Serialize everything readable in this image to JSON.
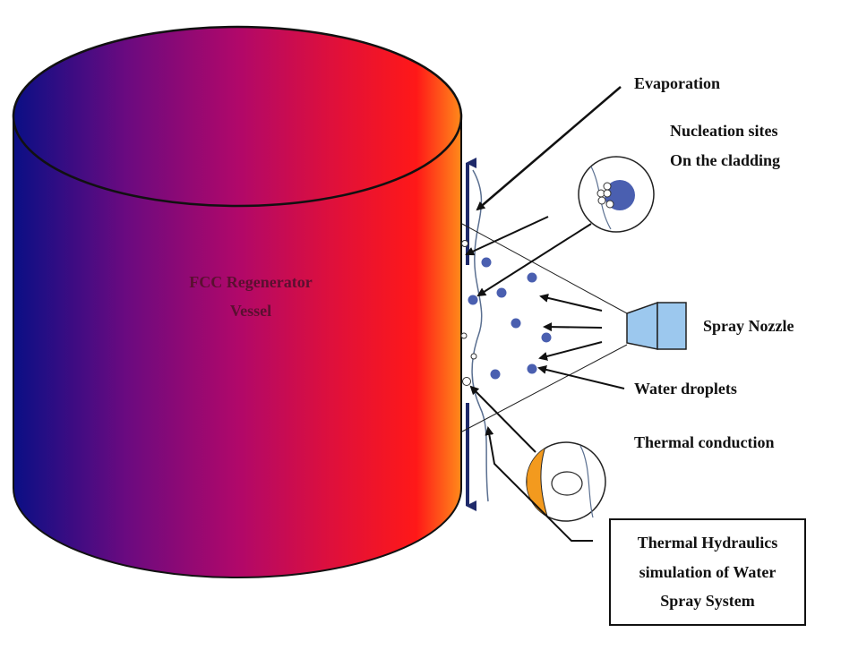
{
  "vessel": {
    "line1": "FCC Regenerator",
    "line2": "Vessel",
    "gradient": [
      "#0a0f85",
      "#6a0a80",
      "#b0086a",
      "#e0103a",
      "#ff1818",
      "#ff8a1a"
    ]
  },
  "labels": {
    "evaporation": "Evaporation",
    "nucleation_1": "Nucleation sites",
    "nucleation_2": "On the cladding",
    "spray_nozzle": "Spray Nozzle",
    "water_droplets": "Water droplets",
    "thermal_conduction": "Thermal conduction"
  },
  "box": {
    "line1": "Thermal Hydraulics",
    "line2": "simulation of Water",
    "line3": "Spray System"
  },
  "colors": {
    "droplet": "#4a5fb0",
    "nozzle": "#9cc8ee",
    "cladding_bar": "#1f2a6a",
    "conduction_fill": "#f39a1e",
    "outline": "#111111"
  }
}
